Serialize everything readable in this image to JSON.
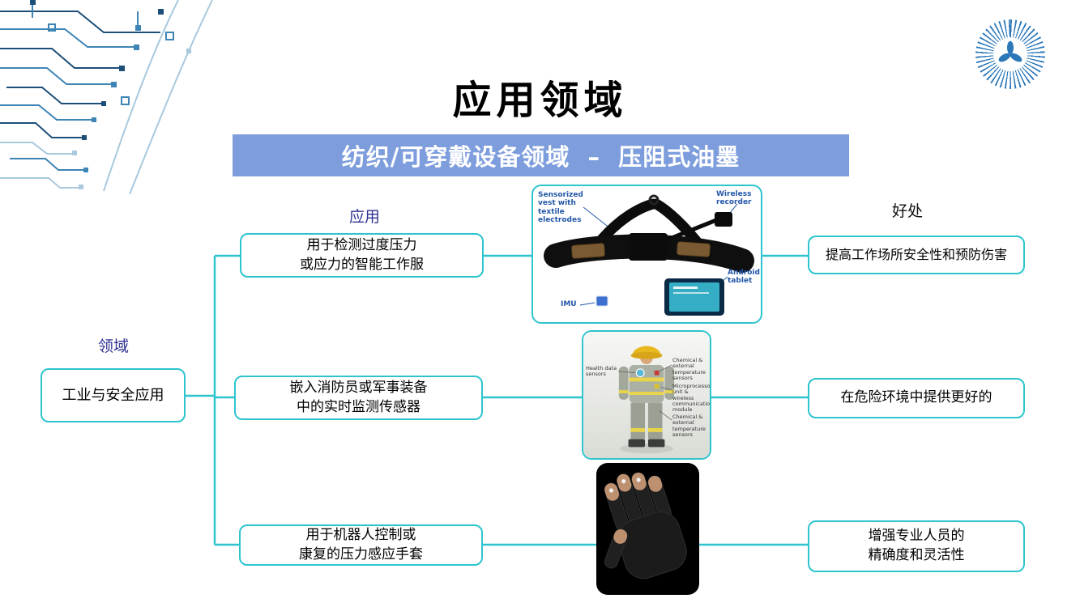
{
  "slide": {
    "title": "应用领域",
    "banner": "纺织/可穿戴设备领域  –  压阻式油墨"
  },
  "labels": {
    "domain": "领域",
    "application": "应用",
    "benefit": "好处"
  },
  "domain_box": "工业与安全应用",
  "rows": [
    {
      "application": "用于检测过度压力\n或应力的智能工作服",
      "benefit": "提高工作场所安全性和预防伤害"
    },
    {
      "application": "嵌入消防员或军事装备\n中的实时监测传感器",
      "benefit": "在危险环境中提供更好的"
    },
    {
      "application": "用于机器人控制或\n康复的压力感应手套",
      "benefit": "增强专业人员的\n精确度和灵活性"
    }
  ],
  "vest_image": {
    "vest_label": "Sensorized vest with textile electrodes",
    "recorder_label": "Wireless recorder",
    "imu_label": "IMU",
    "tablet_label": "Android tablet"
  },
  "firefighter_image": {
    "health_label": "Health data  sensors",
    "chem_top_label": "Chemical & external temperature sensors",
    "micro_label": "Microprocessor unit & wireless communication module",
    "chem_bottom_label": "Chemical & external temperature sensors"
  },
  "colors": {
    "banner_bg": "#7D9DDC",
    "connector_teal": "#2EC4CE",
    "heading_blue": "#2E3192",
    "annotation_blue": "#2457A8"
  }
}
